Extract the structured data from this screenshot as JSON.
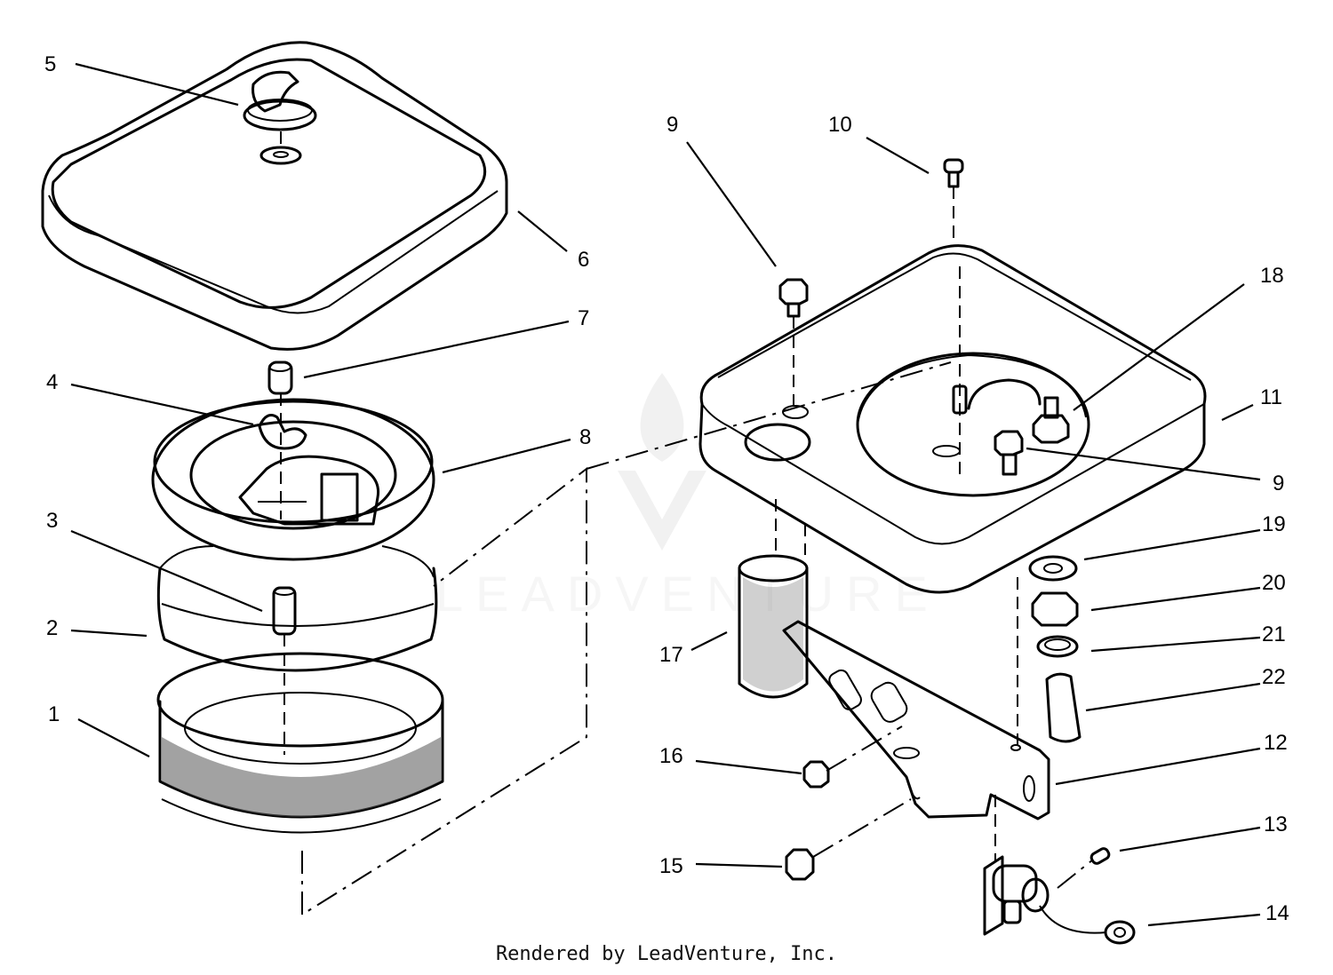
{
  "watermark": {
    "text": "LEADVENTURE"
  },
  "footer": {
    "text": "Rendered by LeadVenture, Inc."
  },
  "callouts": {
    "c1": "1",
    "c2": "2",
    "c3": "3",
    "c4": "4",
    "c5": "5",
    "c6": "6",
    "c7": "7",
    "c8": "8",
    "c9a": "9",
    "c9b": "9",
    "c10": "10",
    "c11": "11",
    "c12": "12",
    "c13": "13",
    "c14": "14",
    "c15": "15",
    "c16": "16",
    "c17": "17",
    "c18": "18",
    "c19": "19",
    "c20": "20",
    "c21": "21",
    "c22": "22"
  }
}
